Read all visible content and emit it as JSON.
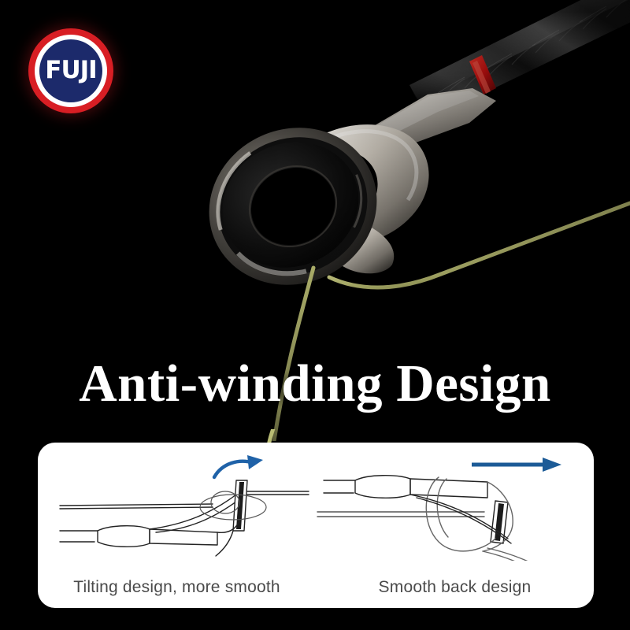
{
  "brand": {
    "logo_text": "FUJI",
    "ring_color": "#d81e24",
    "center_color": "#1c2a6b",
    "text_color": "#ffffff"
  },
  "headline": {
    "text": "Anti-winding Design",
    "color": "#ffffff"
  },
  "background": {
    "color": "#000000"
  },
  "product_photo": {
    "subject": "fishing-rod-guide",
    "guide_frame_color": "#b9b4ac",
    "guide_ring_color": "#1a1a1a",
    "rod_blank_color": "#2b2b2b",
    "accent_wrap_color": "#c81010",
    "fishing_line_color": "#c8cb7e"
  },
  "panel": {
    "background": "#ffffff",
    "corner_radius": 22,
    "items": [
      {
        "id": "tilting-design",
        "caption": "Tilting design, more smooth",
        "arrow_type": "curved",
        "arrow_color": "#1f62a8",
        "line_color": "#222222"
      },
      {
        "id": "smooth-back-design",
        "caption": "Smooth back design",
        "arrow_type": "straight",
        "arrow_color": "#1c5b97",
        "line_color": "#222222"
      }
    ]
  }
}
